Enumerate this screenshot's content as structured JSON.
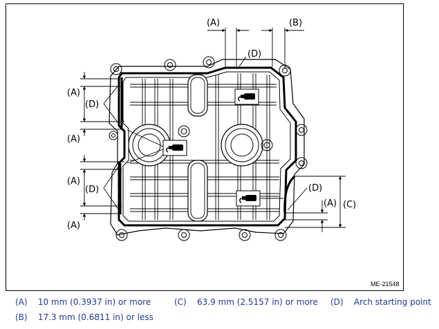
{
  "figure": {
    "id": "ME-21548",
    "callouts": {
      "A": "(A)",
      "B": "(B)",
      "C": "(C)",
      "D": "(D)"
    }
  },
  "legend": {
    "items": [
      {
        "key": "(A)",
        "text": "10 mm (0.3937 in) or more"
      },
      {
        "key": "(C)",
        "text": "63.9 mm (2.5157 in) or more"
      },
      {
        "key": "(D)",
        "text": "Arch starting point"
      },
      {
        "key": "(B)",
        "text": "17.3 mm (0.6811 in) or less"
      }
    ]
  },
  "colors": {
    "legend_text": "#1f3a93",
    "line": "#000000"
  },
  "icons": [
    "sealant-bottle-icon"
  ]
}
